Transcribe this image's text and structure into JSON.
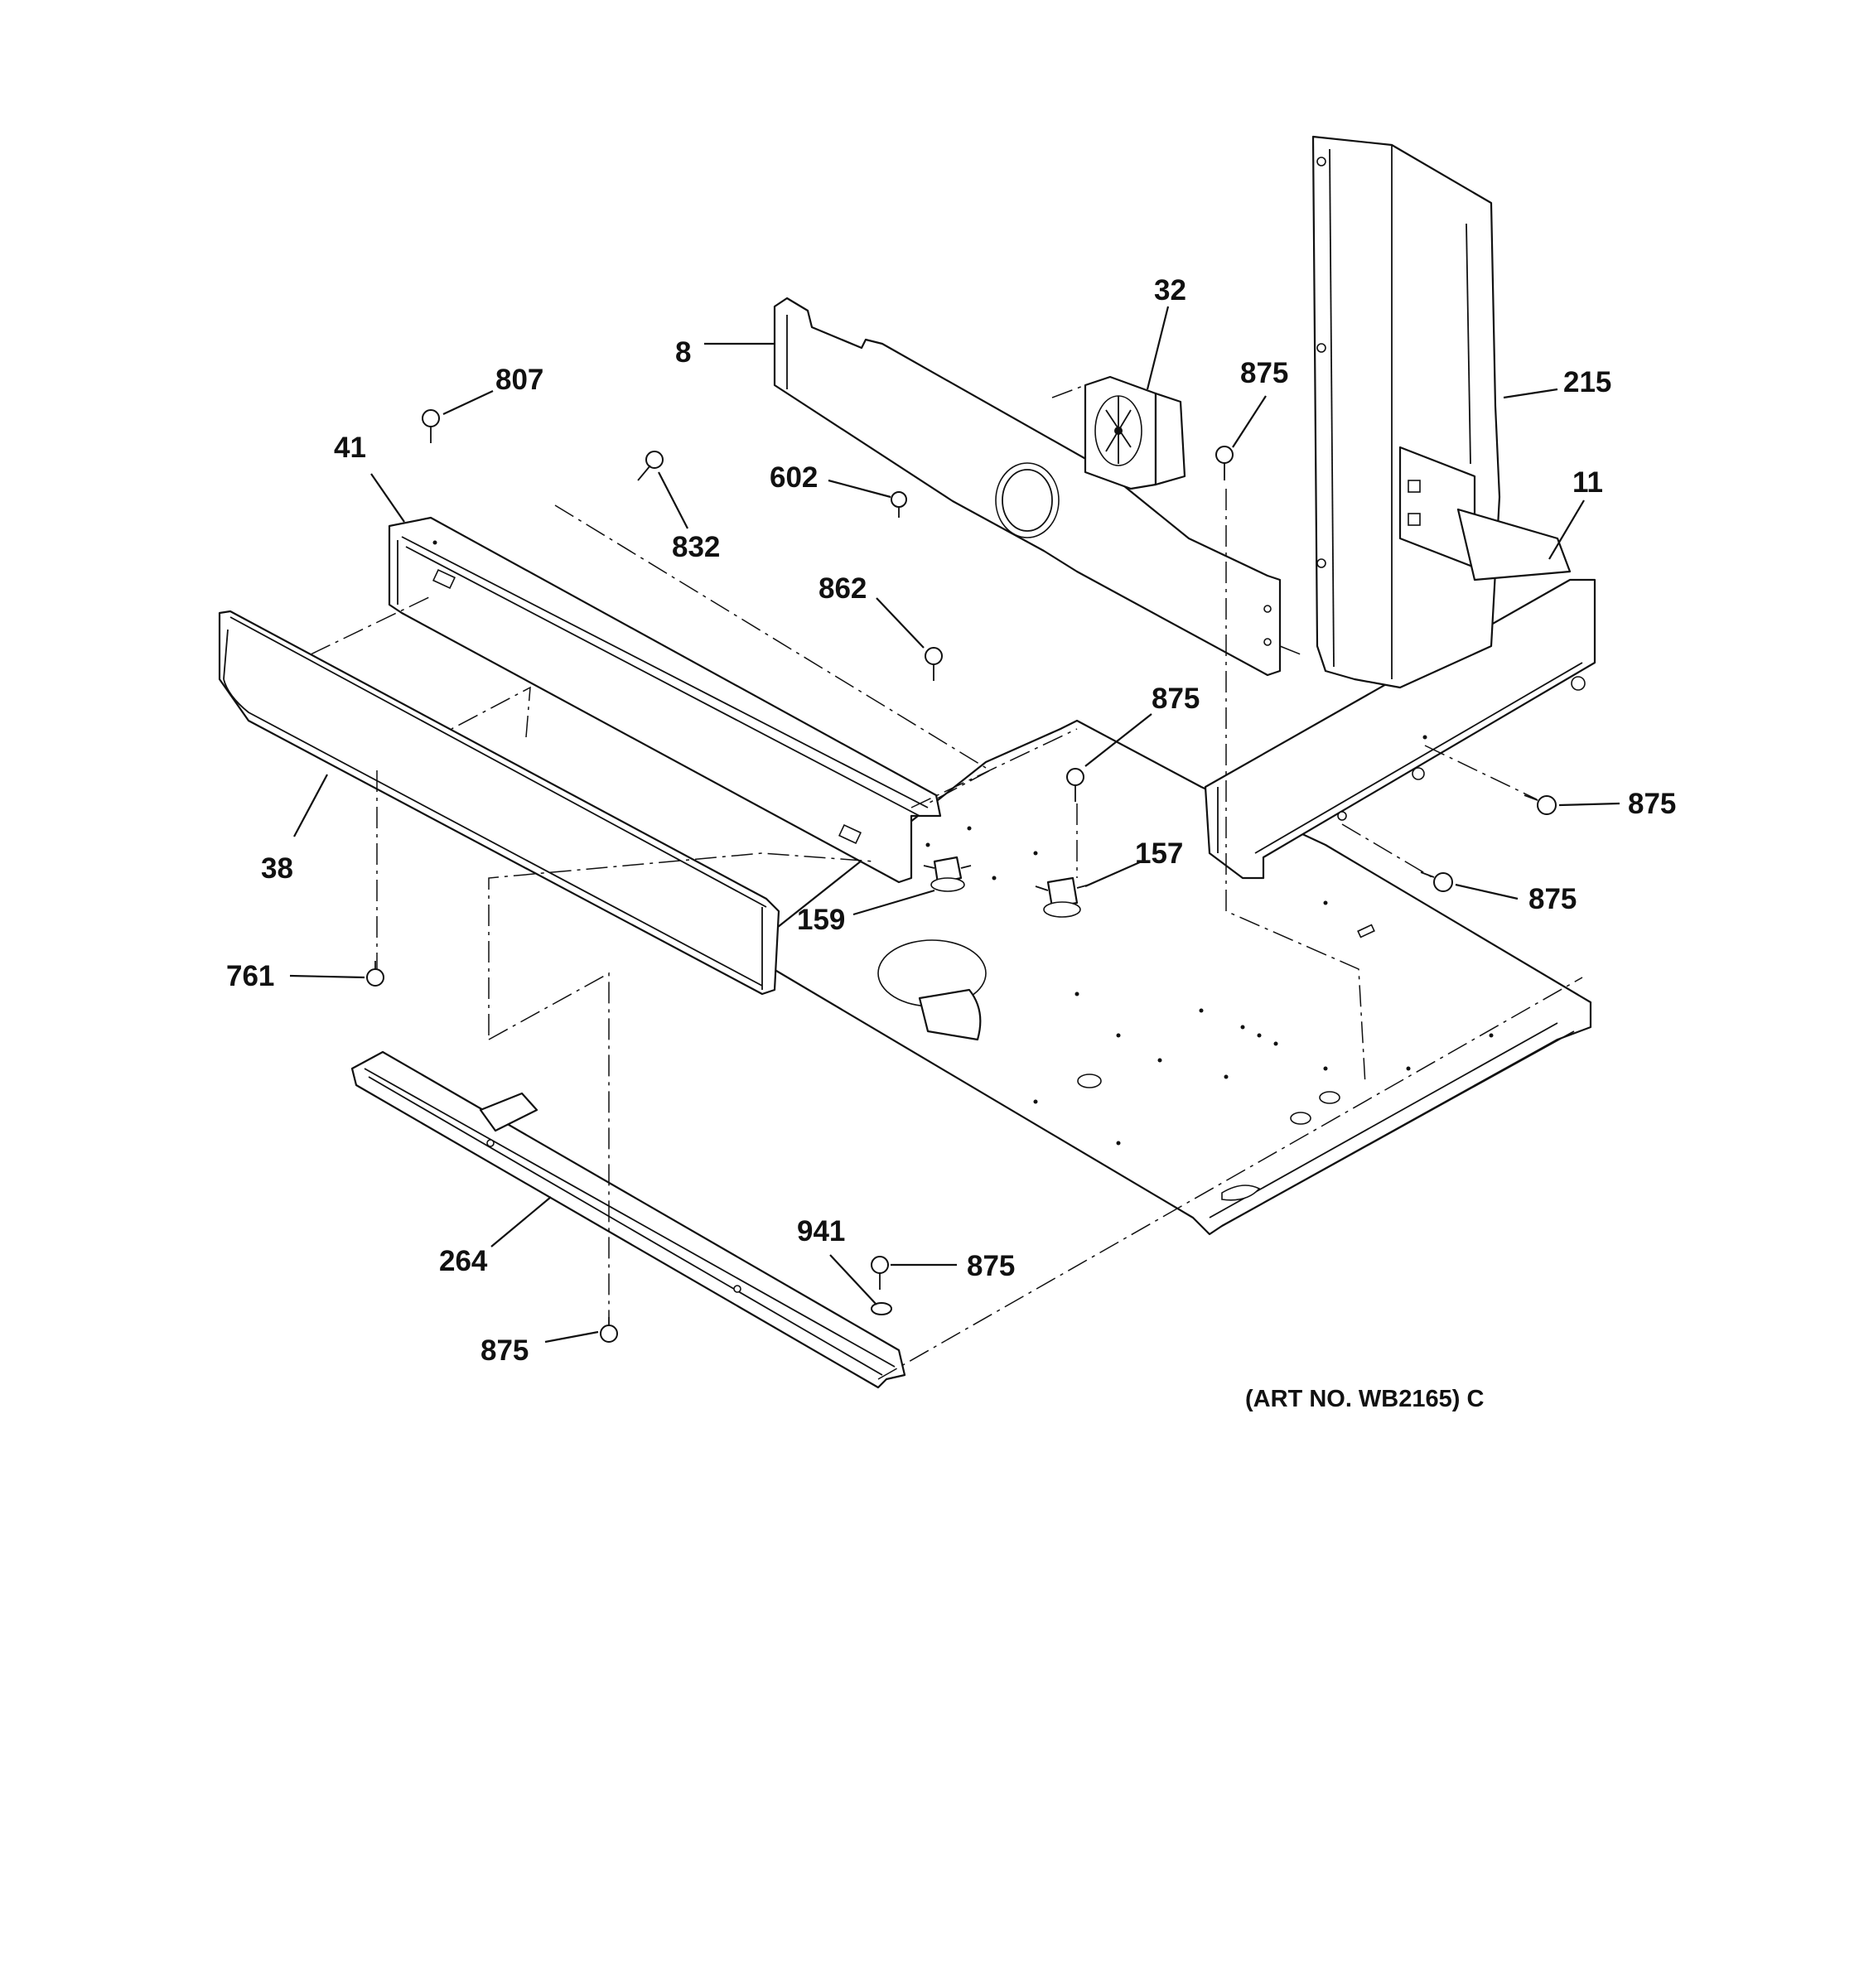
{
  "diagram": {
    "art_number": "(ART NO. WB2165) C",
    "callouts": [
      {
        "id": "c8",
        "label": "8"
      },
      {
        "id": "c32",
        "label": "32"
      },
      {
        "id": "c807",
        "label": "807"
      },
      {
        "id": "c875-top",
        "label": "875"
      },
      {
        "id": "c215",
        "label": "215"
      },
      {
        "id": "c41",
        "label": "41"
      },
      {
        "id": "c602",
        "label": "602"
      },
      {
        "id": "c11",
        "label": "11"
      },
      {
        "id": "c832",
        "label": "832"
      },
      {
        "id": "c862",
        "label": "862"
      },
      {
        "id": "c875-mid",
        "label": "875"
      },
      {
        "id": "c875-right1",
        "label": "875"
      },
      {
        "id": "c157",
        "label": "157"
      },
      {
        "id": "c38",
        "label": "38"
      },
      {
        "id": "c875-right2",
        "label": "875"
      },
      {
        "id": "c159",
        "label": "159"
      },
      {
        "id": "c761",
        "label": "761"
      },
      {
        "id": "c941",
        "label": "941"
      },
      {
        "id": "c875-bottom-right",
        "label": "875"
      },
      {
        "id": "c264",
        "label": "264"
      },
      {
        "id": "c875-bottom-left",
        "label": "875"
      }
    ]
  }
}
